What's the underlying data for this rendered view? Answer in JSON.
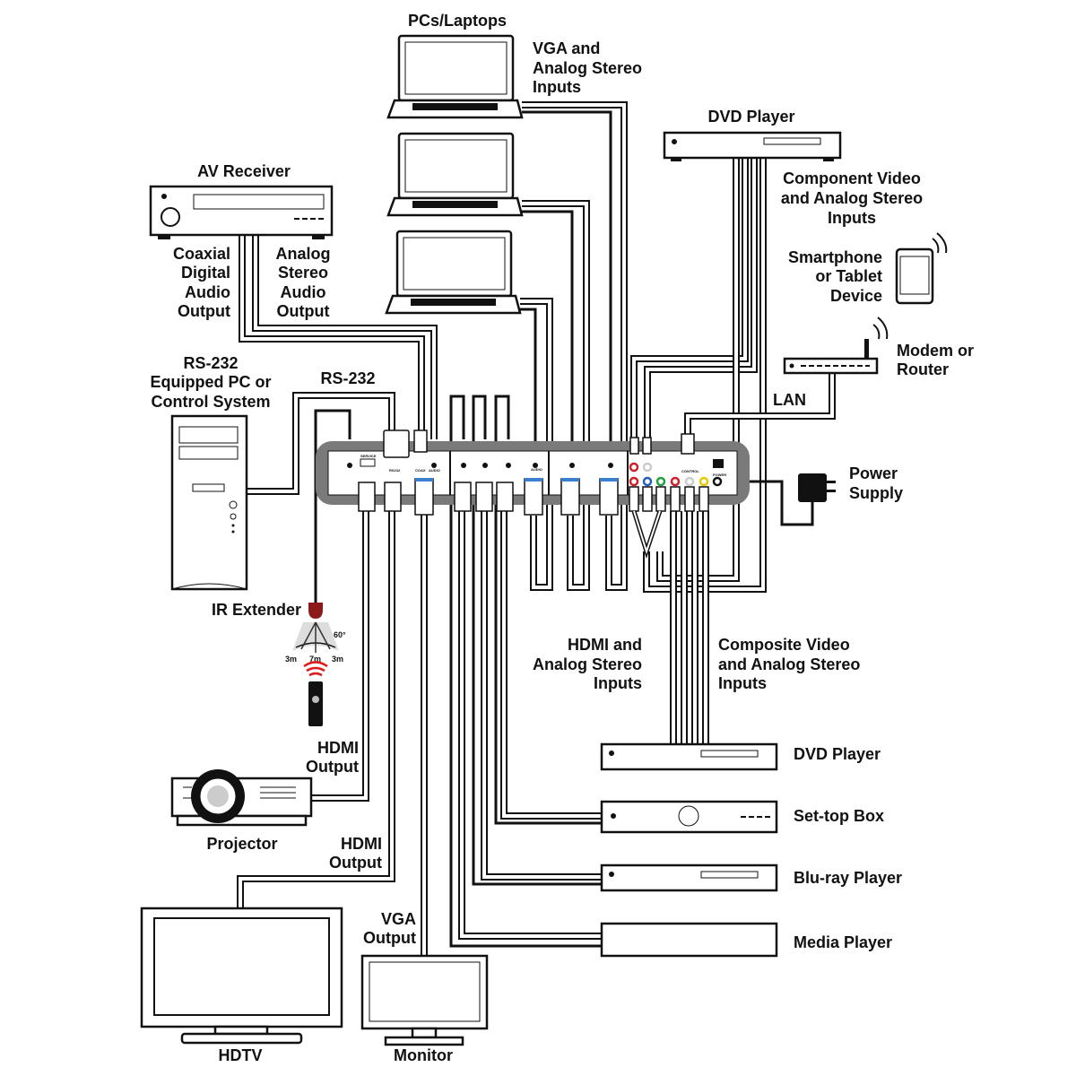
{
  "labels": {
    "pcs_laptops": "PCs/Laptops",
    "vga_inputs": [
      "VGA and",
      "Analog Stereo",
      "Inputs"
    ],
    "dvd_top": "DVD Player",
    "component_inputs": [
      "Component Video",
      "and Analog Stereo",
      "Inputs"
    ],
    "smartphone": [
      "Smartphone",
      "or Tablet",
      "Device"
    ],
    "modem": [
      "Modem or",
      "Router"
    ],
    "lan": "LAN",
    "power": [
      "Power",
      "Supply"
    ],
    "av_receiver": "AV Receiver",
    "coaxial": [
      "Coaxial",
      "Digital",
      "Audio",
      "Output"
    ],
    "analog": [
      "Analog",
      "Stereo",
      "Audio",
      "Output"
    ],
    "rs232_pc": [
      "RS-232",
      "Equipped PC or",
      "Control System"
    ],
    "rs232": "RS-232",
    "ir_extender": "IR Extender",
    "ir_angle": "60°",
    "ir_ranges": [
      "3m",
      "7m",
      "3m"
    ],
    "hdmi_out_projector": [
      "HDMI",
      "Output"
    ],
    "projector": "Projector",
    "hdmi_out_hdtv": [
      "HDMI",
      "Output"
    ],
    "hdtv": "HDTV",
    "vga_out": [
      "VGA",
      "Output"
    ],
    "monitor": "Monitor",
    "hdmi_inputs": [
      "HDMI and",
      "Analog Stereo",
      "Inputs"
    ],
    "composite_inputs": [
      "Composite Video",
      "and Analog Stereo",
      "Inputs"
    ],
    "dvd_bottom": "DVD Player",
    "settop": "Set-top Box",
    "bluray": "Blu-ray Player",
    "media": "Media Player"
  },
  "panel": {
    "service": "SERVICE",
    "rs232": "RS232",
    "coax": "COAX",
    "audio": "AUDIO",
    "audio2": "AUDIO",
    "control": "CONTROL",
    "power": "POWER"
  },
  "colors": {
    "chassis": "#7a7a7a",
    "vga_blue": "#3a7fd0",
    "rca_red": "#d0202a",
    "rca_blue": "#2060c0",
    "rca_green": "#20a040",
    "rca_yellow": "#e8c800",
    "ir_red": "#e01818"
  }
}
